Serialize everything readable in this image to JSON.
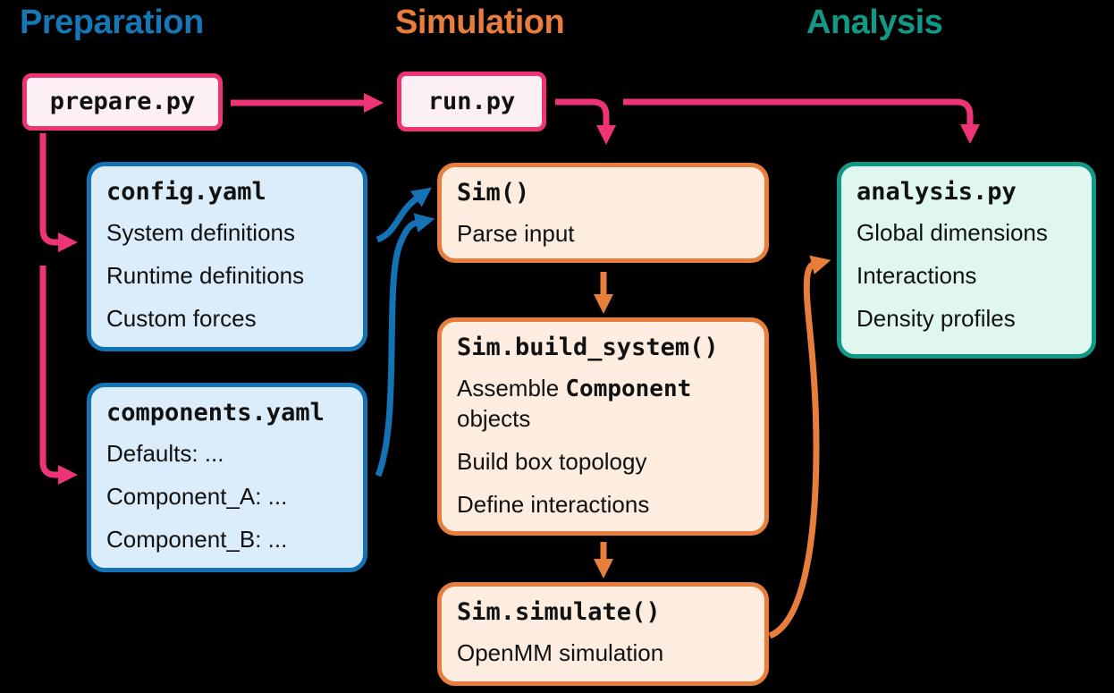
{
  "columns": [
    {
      "label": "Preparation",
      "color": "#1478B6"
    },
    {
      "label": "Simulation",
      "color": "#E87D3C"
    },
    {
      "label": "Analysis",
      "color": "#119988"
    }
  ],
  "boxes": {
    "prepare": {
      "title": "prepare.py"
    },
    "run": {
      "title": "run.py"
    },
    "config": {
      "title": "config.yaml",
      "lines": [
        [
          {
            "t": "System definitions",
            "code": false
          }
        ],
        [
          {
            "t": "Runtime definitions",
            "code": false
          }
        ],
        [
          {
            "t": "Custom forces",
            "code": false
          }
        ]
      ]
    },
    "components": {
      "title": "components.yaml",
      "lines": [
        [
          {
            "t": "Defaults: ...",
            "code": false
          }
        ],
        [
          {
            "t": "Component_A: ...",
            "code": false
          }
        ],
        [
          {
            "t": "Component_B: ...",
            "code": false
          }
        ]
      ]
    },
    "sim": {
      "title": "Sim()",
      "lines": [
        [
          {
            "t": "Parse input",
            "code": false
          }
        ]
      ]
    },
    "build": {
      "title": "Sim.build_system()",
      "lines": [
        [
          {
            "t": "Assemble ",
            "code": false
          },
          {
            "t": "Component",
            "code": true
          },
          {
            "t": " objects",
            "code": false
          }
        ],
        [
          {
            "t": "Build box topology",
            "code": false
          }
        ],
        [
          {
            "t": "Define interactions",
            "code": false
          }
        ]
      ]
    },
    "simulate": {
      "title": "Sim.simulate()",
      "lines": [
        [
          {
            "t": "OpenMM simulation",
            "code": false
          }
        ]
      ]
    },
    "analysis": {
      "title": "analysis.py",
      "lines": [
        [
          {
            "t": "Global dimensions",
            "code": false
          }
        ],
        [
          {
            "t": "Interactions",
            "code": false
          }
        ],
        [
          {
            "t": "Density profiles",
            "code": false
          }
        ]
      ]
    }
  },
  "colors": {
    "background": "#000000",
    "pink": "#EE3377",
    "blue": "#1373B4",
    "orange": "#E87E3B",
    "teal": "#119988",
    "pink_fill": "#FCF0F4",
    "blue_fill": "#DBEDFB",
    "orange_fill": "#FCEDE0",
    "teal_fill": "#DFF7F0"
  }
}
